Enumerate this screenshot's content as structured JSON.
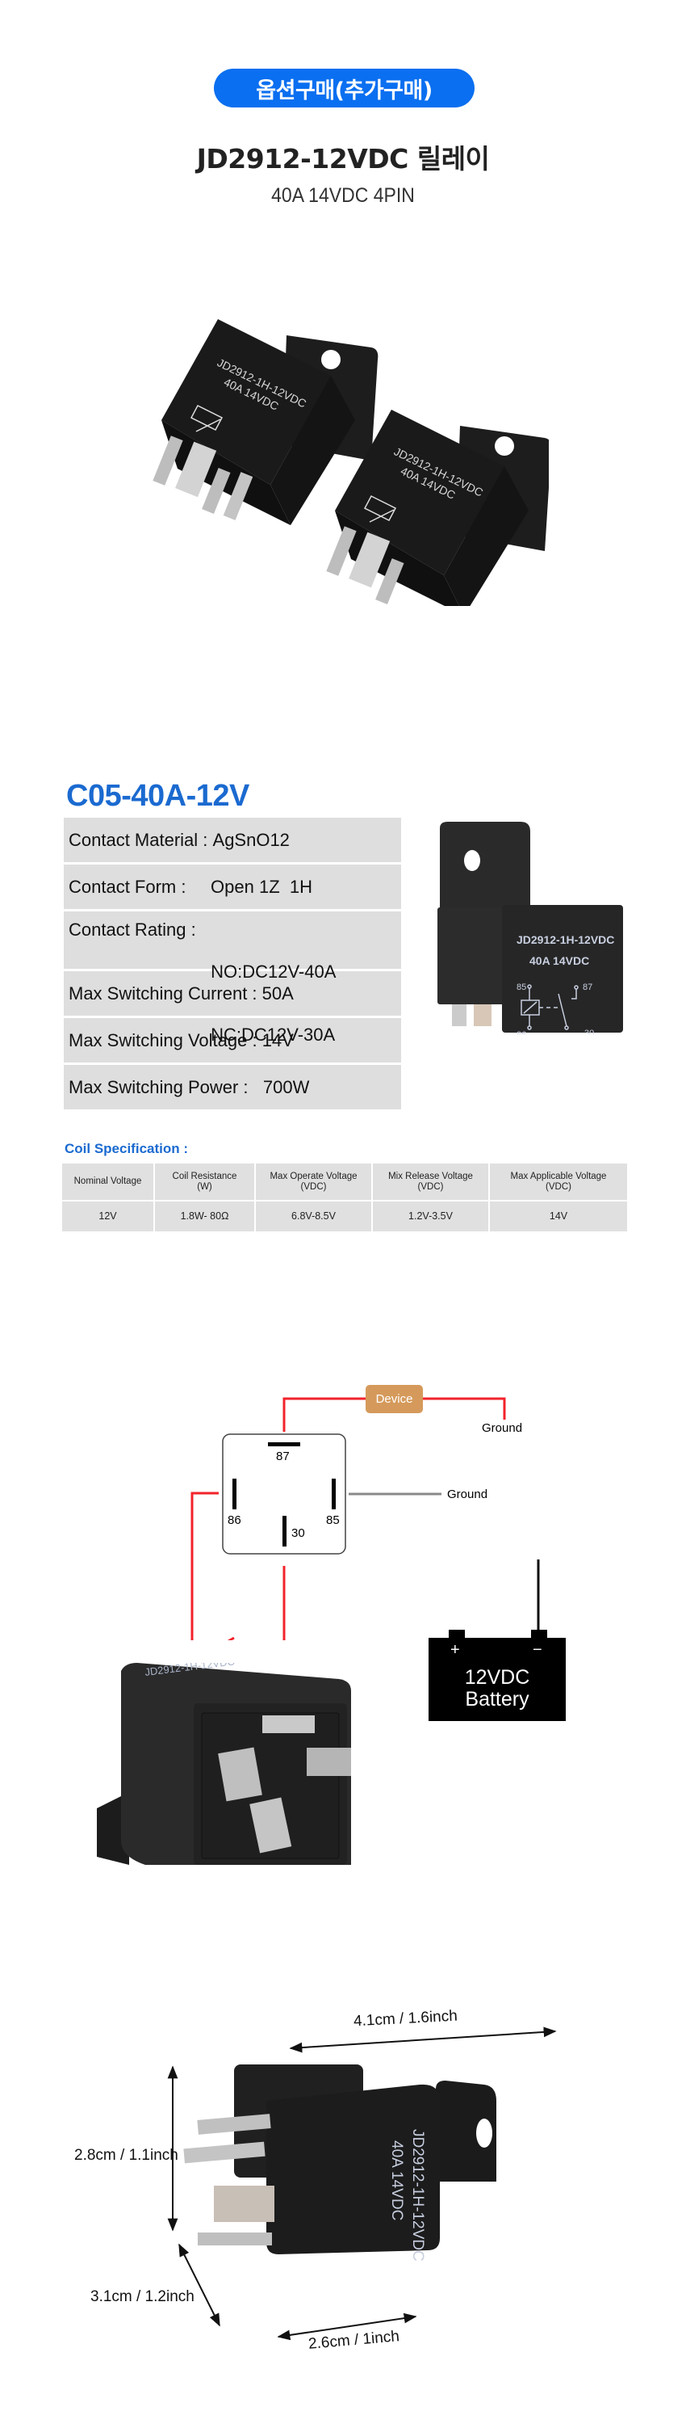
{
  "header": {
    "option_badge": "옵션구매(추가구매)",
    "title": "JD2912-12VDC 릴레이",
    "subtitle": "40A 14VDC 4PIN"
  },
  "relay_marking": {
    "model": "JD2912-1H-12VDC",
    "rating": "40A 14VDC",
    "pins": [
      "85",
      "86",
      "87",
      "30"
    ]
  },
  "spec": {
    "model_heading": "C05-40A-12V",
    "rows": [
      {
        "label": "Contact Material : ",
        "value": "AgSnO12"
      },
      {
        "label": "Contact Form :     ",
        "value": "Open 1Z  1H"
      },
      {
        "label": "Contact Rating :   ",
        "value": "NO:DC12V-40A",
        "value2": "NC:DC12V-30A"
      },
      {
        "label": "Max Switching Current : ",
        "value": "50A"
      },
      {
        "label": "Max Switching Voltage : ",
        "value": "14V"
      },
      {
        "label": "Max Switching Power :   ",
        "value": "700W"
      }
    ]
  },
  "coil": {
    "heading": "Coil Specification :",
    "headers": [
      [
        "Nominal Voltage",
        ""
      ],
      [
        "Coil Resistance",
        "(W)"
      ],
      [
        "Max Operate Voltage",
        "(VDC)"
      ],
      [
        "Mix Release Voltage",
        "(VDC)"
      ],
      [
        "Max Applicable Voltage",
        "(VDC)"
      ]
    ],
    "values": [
      "12V",
      "1.8W- 80Ω",
      "6.8V-8.5V",
      "1.2V-3.5V",
      "14V"
    ]
  },
  "wiring": {
    "device_label": "Device",
    "ground_top": "Ground",
    "ground_right": "Ground",
    "pin_87": "87",
    "pin_86": "86",
    "pin_85": "85",
    "pin_30": "30",
    "battery_plus": "+",
    "battery_minus": "−",
    "battery_line1": "12VDC",
    "battery_line2": "Battery",
    "colors": {
      "wire_hot": "#f2232b",
      "wire_ground": "#888888",
      "device": "#d59a5b"
    }
  },
  "dimensions": {
    "length": "4.1cm / 1.6inch",
    "height": "2.8cm / 1.1inch",
    "depth": "3.1cm / 1.2inch",
    "width": "2.6cm / 1inch"
  },
  "colors": {
    "accent_blue": "#0a6ff0",
    "heading_blue": "#1b6ad0",
    "table_gray": "#dedede"
  }
}
